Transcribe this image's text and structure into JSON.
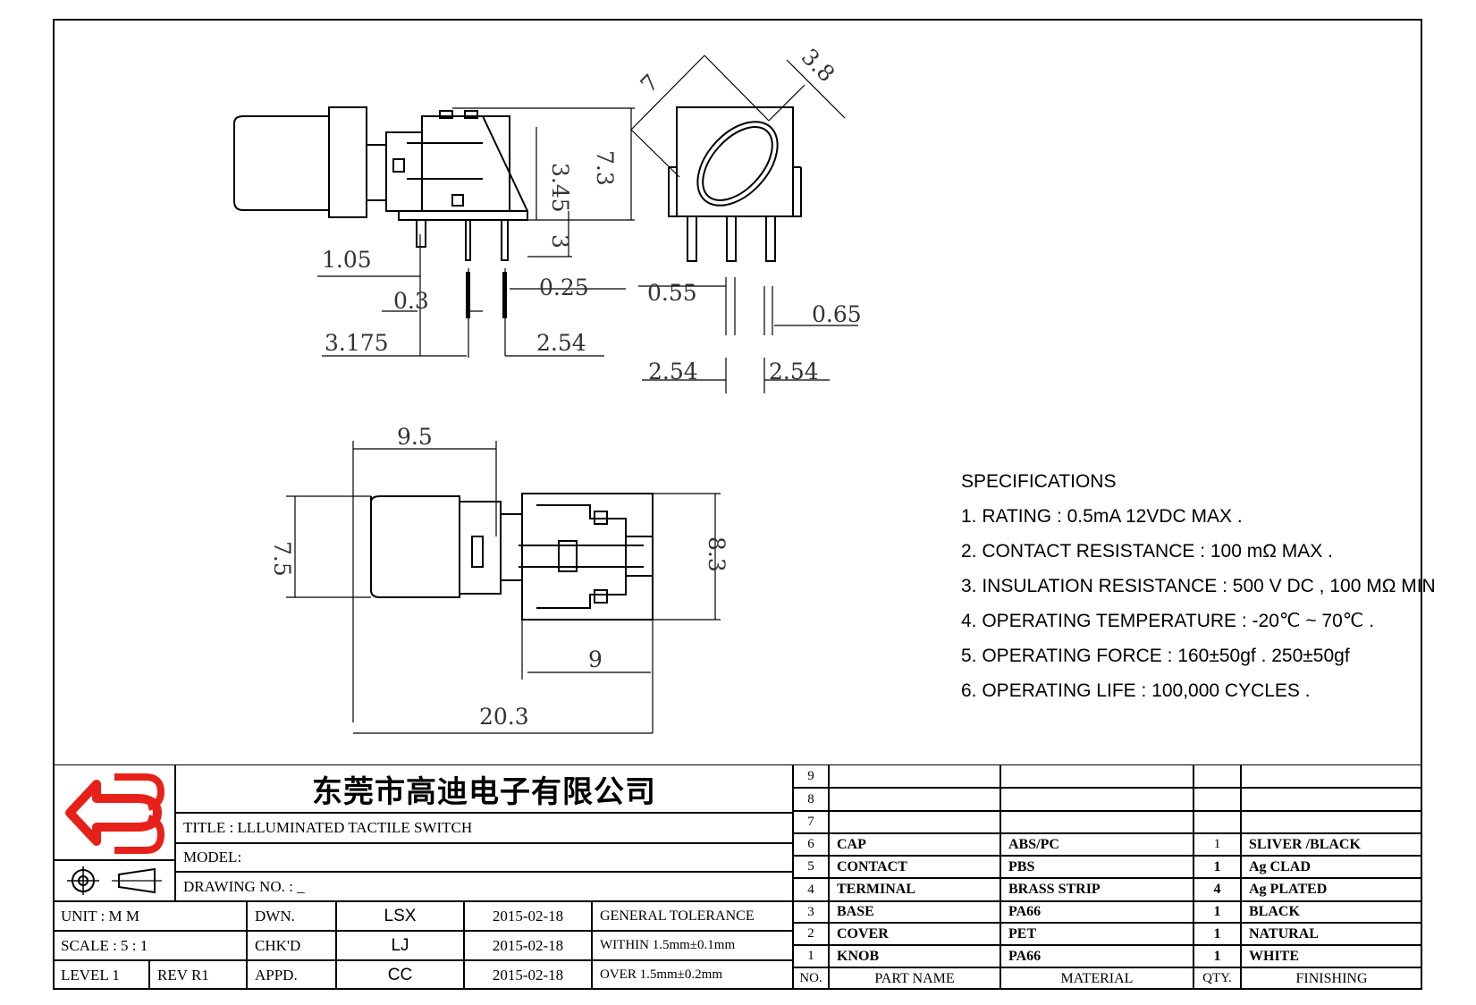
{
  "dimensions": {
    "d7": "7",
    "d3_8": "3.8",
    "d7_3": "7.3",
    "d3_45": "3.45",
    "d3": "3",
    "d1_05": "1.05",
    "d0_3": "0.3",
    "d0_25": "0.25",
    "d3_175": "3.175",
    "d2_54a": "2.54",
    "d0_55": "0.55",
    "d0_65": "0.65",
    "d2_54b": "2.54",
    "d2_54c": "2.54",
    "d9_5": "9.5",
    "d7_5": "7.5",
    "d8_3": "8.3",
    "d9": "9",
    "d20_3": "20.3"
  },
  "specifications": {
    "heading": "SPECIFICATIONS",
    "items": [
      "1. RATING : 0.5mA 12VDC MAX .",
      "2. CONTACT RESISTANCE : 100 mΩ MAX .",
      "3. INSULATION RESISTANCE : 500 V DC , 100 MΩ MIN",
      "4. OPERATING TEMPERATURE : -20℃ ~ 70℃ .",
      "5. OPERATING FORCE : 160±50gf . 250±50gf",
      "6. OPERATING LIFE : 100,000 CYCLES ."
    ]
  },
  "title_block": {
    "company": "东莞市高迪电子有限公司",
    "title": "TITLE :  LLLUMINATED TACTILE SWITCH",
    "model": "MODEL:",
    "drawing_no": "DRAWING NO. : _",
    "unit_label": "UNIT   :   M M",
    "scale_label": "SCALE  :  5 : 1",
    "level_label": "LEVEL 1",
    "rev_label": "REV  R1",
    "dwn_label": "DWN.",
    "chk_label": "CHK'D",
    "appd_label": "APPD.",
    "dwn_name": "LSX",
    "chk_name": "LJ",
    "appd_name": "CC",
    "dwn_date": "2015-02-18",
    "chk_date": "2015-02-18",
    "appd_date": "2015-02-18",
    "tol_1": "GENERAL TOLERANCE",
    "tol_2": "WITHIN 1.5mm±0.1mm",
    "tol_3": "OVER   1.5mm±0.2mm"
  },
  "bom": {
    "headers": {
      "no": "NO.",
      "part": "PART  NAME",
      "material": "MATERIAL",
      "qty": "QTY.",
      "finishing": "FINISHING"
    },
    "empty_rows": [
      "9",
      "8",
      "7"
    ],
    "rows": [
      {
        "no": "6",
        "part": "CAP",
        "material": "ABS/PC",
        "qty": "1",
        "finishing": "SLIVER /BLACK"
      },
      {
        "no": "5",
        "part": "CONTACT",
        "material": "PBS",
        "qty": "1",
        "finishing": "Ag CLAD"
      },
      {
        "no": "4",
        "part": "TERMINAL",
        "material": "BRASS STRIP",
        "qty": "4",
        "finishing": "Ag PLATED"
      },
      {
        "no": "3",
        "part": "BASE",
        "material": "PA66",
        "qty": "1",
        "finishing": "BLACK"
      },
      {
        "no": "2",
        "part": "COVER",
        "material": "PET",
        "qty": "1",
        "finishing": "NATURAL"
      },
      {
        "no": "1",
        "part": "KNOB",
        "material": "PA66",
        "qty": "1",
        "finishing": "WHITE"
      }
    ]
  },
  "colors": {
    "logo_red": "#e8201a",
    "line": "#000000"
  }
}
